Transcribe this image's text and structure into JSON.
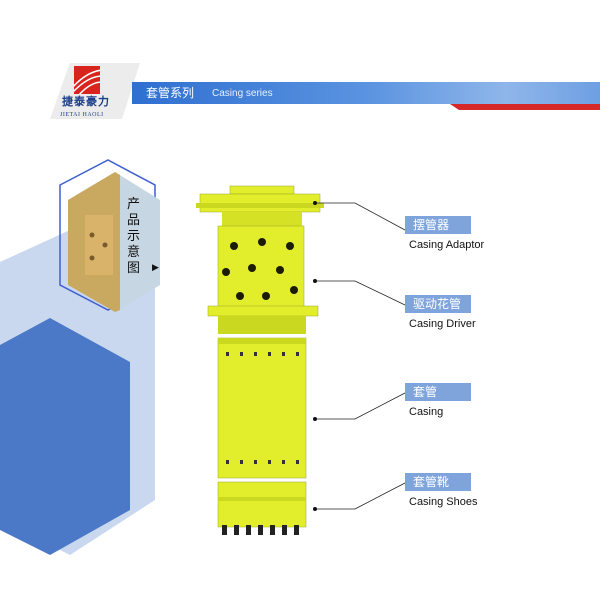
{
  "logo": {
    "name_cn": "捷泰豪力",
    "name_en": "JIETAI HAOLI"
  },
  "header": {
    "title_cn": "套管系列",
    "title_en": "Casing series"
  },
  "sidebar": {
    "caption": "产品示意图",
    "arrow_icon": "play-arrow-icon"
  },
  "colors": {
    "banner_blue": "#2f6fd0",
    "accent_red": "#d62828",
    "equipment_yellow": "#e2ee2c",
    "label_blue": "#7fa4dc"
  },
  "components": [
    {
      "label_cn": "摆管器",
      "label_en": "Casing Adaptor"
    },
    {
      "label_cn": "驱动花管",
      "label_en": "Casing Driver"
    },
    {
      "label_cn": "套管",
      "label_en": "Casing"
    },
    {
      "label_cn": "套管靴",
      "label_en": "Casing Shoes"
    }
  ]
}
